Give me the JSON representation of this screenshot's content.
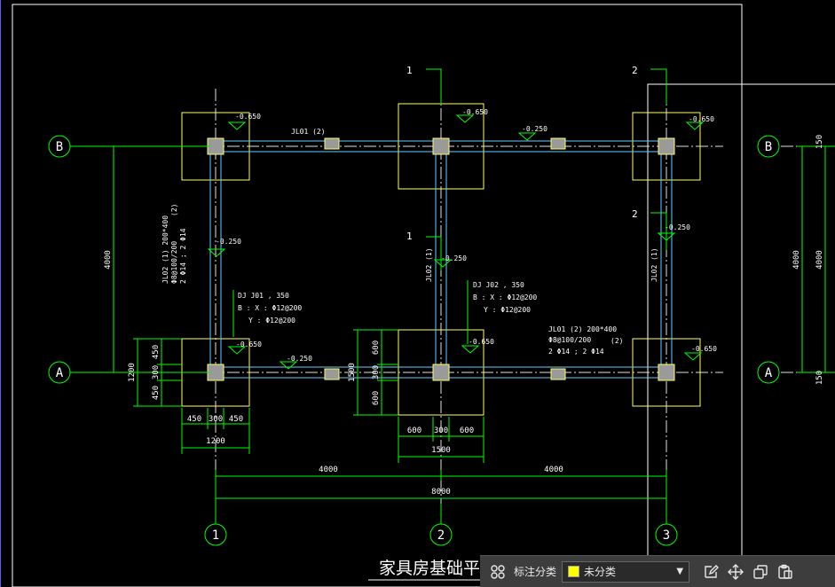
{
  "drawing": {
    "title": "家具房基础平面",
    "grid_letters": {
      "B_left": "B",
      "A_left": "A",
      "B_right": "B",
      "A_right": "A"
    },
    "grid_numbers": {
      "n1": "1",
      "n2": "2",
      "n3": "3"
    },
    "section_marks": {
      "s1_top": "1",
      "s2_top": "2",
      "s1_mid": "1",
      "s2_mid": "2"
    },
    "elevations": {
      "e1": "-0.650",
      "e2": "-0.650",
      "e3": "-0.650",
      "e4": "-0.250",
      "e5": "-0.250",
      "e6": "-0.250",
      "e7": "-0.250",
      "e8": "-0.650",
      "e9": "-0.250",
      "e10": "-0.650",
      "e11": "-0.650"
    },
    "beam_labels": {
      "jl01_top": "JL01 (2)",
      "jl02_left_1": "JL02 (1) 200*400",
      "jl02_left_2": "(2)",
      "jl02_left_3": "Φ8@100/200",
      "jl02_left_4": "2 Φ14 ; 2 Φ14",
      "jl02_mid": "JL02 (1)",
      "jl02_right": "JL02 (1)",
      "jl01_bot_1": "JL01 (2) 200*400",
      "jl01_bot_2": "Φ8@100/200",
      "jl01_bot_3": "(2)",
      "jl01_bot_4": "2 Φ14 ; 2 Φ14"
    },
    "footing_labels": {
      "dj01_1": "DJ J01 , 350",
      "dj01_2": "B : X : Φ12@200",
      "dj01_3": "Y : Φ12@200",
      "dj02_1": "DJ J02 , 350",
      "dj02_2": "B : X : Φ12@200",
      "dj02_3": "Y : Φ12@200"
    },
    "dimensions": {
      "d4000_v_left": "4000",
      "d1200_v": "1200",
      "d450_a": "450",
      "d300_a": "300",
      "d450_b": "450",
      "d450_c": "450",
      "d300_b": "300",
      "d450_d": "450",
      "d1200_h": "1200",
      "d600_a": "600",
      "d300_c": "300",
      "d600_b": "600",
      "d1500_v": "1500",
      "d600_c": "600",
      "d300_d": "300",
      "d600_d": "600",
      "d1500_h": "1500",
      "d4000_h1": "4000",
      "d4000_h2": "4000",
      "d8000": "8000",
      "d4000_v_r1": "4000",
      "d4000_v_r2": "4000",
      "d150_a": "150",
      "d150_b": "150"
    }
  },
  "toolbar": {
    "annotation_label": "标注分类",
    "category_value": "未分类",
    "category_color": "#ffff00"
  },
  "colors": {
    "background": "#000000",
    "footing": "#ffff66",
    "beam": "#66ccff",
    "dimension": "#00ff00",
    "text": "#ffffff",
    "column": "#9a9a9a",
    "axis": "#e0e0e0"
  }
}
